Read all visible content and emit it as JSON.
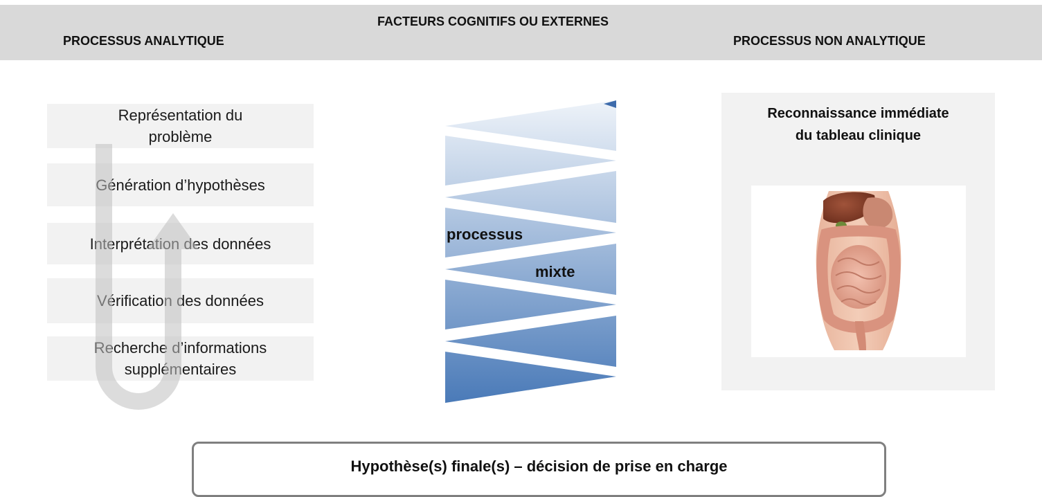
{
  "header": {
    "center_title": "FACTEURS COGNITIFS OU EXTERNES",
    "left_title": "PROCESSUS ANALYTIQUE",
    "right_title": "PROCESSUS NON ANALYTIQUE"
  },
  "analytic_steps": [
    {
      "line1": "Représentation du",
      "line2": "problème"
    },
    {
      "line1": "Génération d’hypothèses",
      "line2": ""
    },
    {
      "line1": "Interprétation des données",
      "line2": ""
    },
    {
      "line1": "Vérification des données",
      "line2": ""
    },
    {
      "line1": "Recherche d’informations",
      "line2": "supplémentaires"
    }
  ],
  "mixed": {
    "label1": "processus",
    "label2": "mixte",
    "colors": {
      "light": "#eef3f9",
      "dark": "#4a7ab8"
    }
  },
  "non_analytic": {
    "title_line1": "Reconnaissance immédiate",
    "title_line2": "du tableau clinique"
  },
  "final": {
    "text": "Hypothèse(s) finale(s) – décision de prise en charge"
  },
  "colors": {
    "header_band": "#d9d9d9",
    "step_box": "#f2f2f2",
    "u_arrow": "#bfbfbf",
    "final_border": "#7f7f7f"
  }
}
